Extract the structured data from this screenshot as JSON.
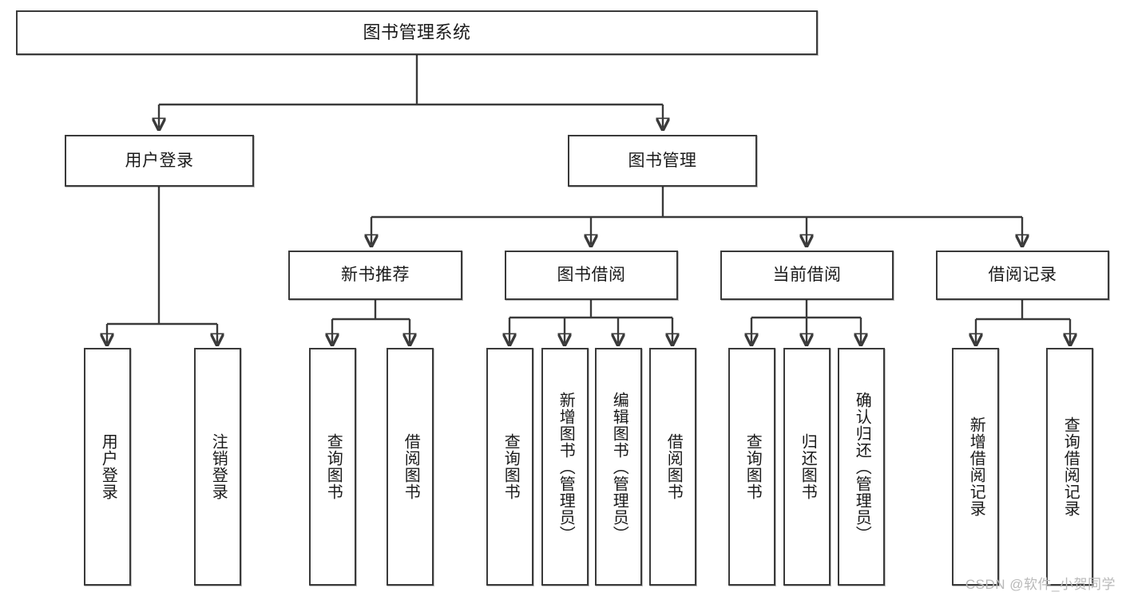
{
  "diagram": {
    "title": "图书管理系统",
    "type": "tree-hierarchy-diagram",
    "colors": {
      "box_border": "#3a3a3a",
      "box_fill": "#ffffff",
      "edge": "#3a3a3a",
      "background": "#ffffff",
      "watermark": "#b9b9b9"
    },
    "root": {
      "label": "图书管理系统"
    },
    "level2": [
      {
        "label": "用户登录"
      },
      {
        "label": "图书管理"
      }
    ],
    "level3": [
      {
        "label": "新书推荐"
      },
      {
        "label": "图书借阅"
      },
      {
        "label": "当前借阅"
      },
      {
        "label": "借阅记录"
      }
    ],
    "leaves": {
      "user_login": [
        {
          "label": "用户登录"
        },
        {
          "label": "注销登录"
        }
      ],
      "new_book_recommend": [
        {
          "label": "查询图书"
        },
        {
          "label": "借阅图书"
        }
      ],
      "book_borrow": [
        {
          "label": "查询图书"
        },
        {
          "label": "新增图书（管理员）"
        },
        {
          "label": "编辑图书（管理员）"
        },
        {
          "label": "借阅图书"
        }
      ],
      "current_borrow": [
        {
          "label": "查询图书"
        },
        {
          "label": "归还图书"
        },
        {
          "label": "确认归还（管理员）"
        }
      ],
      "borrow_records": [
        {
          "label": "新增借阅记录"
        },
        {
          "label": "查询借阅记录"
        }
      ]
    }
  },
  "watermark": {
    "text": "CSDN @软件_小贺同学"
  }
}
